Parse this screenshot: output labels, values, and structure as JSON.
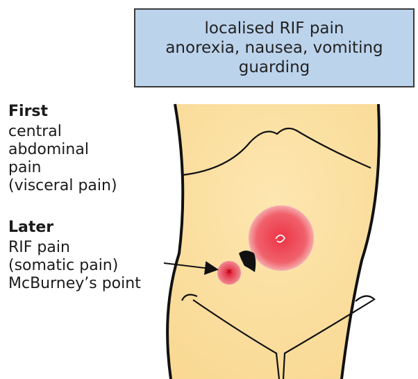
{
  "signs_box": {
    "lines": [
      "localised RIF pain",
      "anorexia, nausea, vomiting",
      "guarding"
    ]
  },
  "first": {
    "heading": "First",
    "lines": [
      "central",
      "abdominal",
      "pain",
      "(visceral pain)"
    ]
  },
  "later": {
    "heading": "Later",
    "lines": [
      "RIF pain",
      "(somatic pain)",
      "McBurney’s point"
    ]
  },
  "colors": {
    "box_fill": "#bcd3ec",
    "skin_fill": "#fce0a4",
    "outline": "#111111",
    "pain_red": "#e0182f"
  }
}
